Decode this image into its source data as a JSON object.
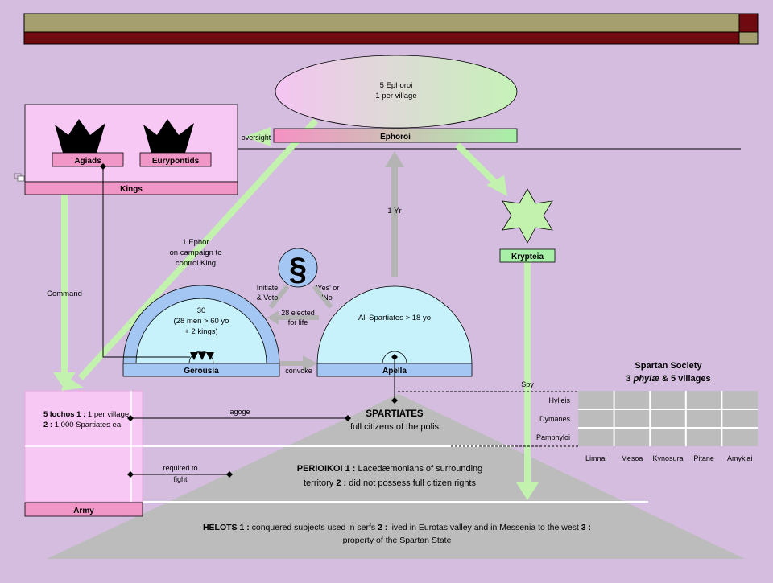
{
  "colors": {
    "background": "#d5bde0",
    "olive": "#a59e6e",
    "maroon": "#6e0a10",
    "pink": "#f8c8f5",
    "pink_bar": "#f197c7",
    "light_green": "#c2f2ae",
    "green_bar": "#a8f0a8",
    "light_blue": "#c7f2fc",
    "blue": "#a4c6f2",
    "gray": "#bcbcbc",
    "black": "#000000"
  },
  "ephoroi": {
    "ellipse_line1": "5 Ephoroi",
    "ellipse_line2": "1 per village",
    "bar_label": "Ephoroi",
    "oversight_label": "oversight",
    "one_yr": "1 Yr"
  },
  "kings": {
    "agiads": "Agiads",
    "eurypontids": "Eurypontids",
    "bar_label": "Kings",
    "command_label": "Command"
  },
  "krypteia": {
    "label": "Krypteia",
    "spy_label": "Spy"
  },
  "campaign_note": [
    "1 Ephor",
    "on campaign to",
    "control King"
  ],
  "law": {
    "symbol": "§",
    "initiate_veto": [
      "Initiate",
      "& Veto"
    ],
    "yes_no": [
      "'Yes' or",
      "'No'"
    ],
    "elected": [
      "28 elected",
      "for life"
    ]
  },
  "gerousia": {
    "line1": "30",
    "line2": "(28 men > 60 yo",
    "line3": "+ 2 kings)",
    "bar_label": "Gerousia",
    "convoke_label": "convoke"
  },
  "apella": {
    "line1": "All Spartiates > 18 yo",
    "bar_label": "Apella"
  },
  "army": {
    "lochos_bold": "5 lochos  1 :",
    "lochos_rest": " 1 per village",
    "spartiates_bold": "2 :",
    "spartiates_rest": " 1,000 Spartiates ea.",
    "bar_label": "Army",
    "agoge_label": "agoge",
    "required_label": [
      "required to",
      "fight"
    ]
  },
  "spartiates": {
    "title": "SPARTIATES",
    "subtitle": "full citizens of the polis"
  },
  "perioikoi": {
    "line1_bold": "PERIOIKOI  1 :",
    "line1_rest": " Lacedæmonians of surrounding",
    "line2_start": "territory  ",
    "line2_bold": "2 :",
    "line2_rest": " did not possess full citizen rights"
  },
  "helots": {
    "line1_bold": "HELOTS  1 :",
    "line1_mid": " conquered subjects used in serfs  ",
    "line1_bold2": "2 :",
    "line1_mid2": " lived in Eurotas valley and in Messenia to the west  ",
    "line1_bold3": "3 :",
    "line2": "property of the Spartan State"
  },
  "society": {
    "title": "Spartan Society",
    "subtitle_pre": "3 ",
    "subtitle_italic": "phylæ",
    "subtitle_post": " & 5 villages",
    "phylae": [
      "Hylleis",
      "Dymanes",
      "Pamphyloi"
    ],
    "villages": [
      "Limnai",
      "Mesoa",
      "Kynosura",
      "Pitane",
      "Amyklai"
    ]
  }
}
